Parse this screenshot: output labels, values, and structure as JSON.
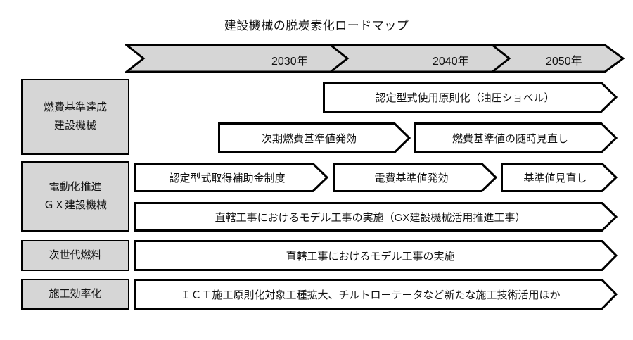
{
  "title": "建設機械の脱炭素化ロードマップ",
  "colors": {
    "band_fill": "#d6d6d6",
    "label_fill": "#d6d6d6",
    "arrow_fill": "#ffffff",
    "stroke": "#000000",
    "text": "#111111"
  },
  "timeline": {
    "segments": [
      {
        "label": "2030年"
      },
      {
        "label": "2040年"
      },
      {
        "label": "2050年"
      }
    ]
  },
  "rows": [
    {
      "label_lines": [
        "燃費基準達成",
        "建設機械"
      ],
      "bars": [
        {
          "text": "認定型式使用原則化（油圧ショベル）"
        },
        {
          "text": "次期燃費基準値発効"
        },
        {
          "text": "燃費基準値の随時見直し"
        }
      ]
    },
    {
      "label_lines": [
        "電動化推進",
        "ＧＸ建設機械"
      ],
      "bars": [
        {
          "text": "認定型式取得補助金制度"
        },
        {
          "text": "電費基準値発効"
        },
        {
          "text": "基準値見直し"
        },
        {
          "text": "直轄工事におけるモデル工事の実施（GX建設機械活用推進工事）"
        }
      ]
    },
    {
      "label_lines": [
        "次世代燃料"
      ],
      "bars": [
        {
          "text": "直轄工事におけるモデル工事の実施"
        }
      ]
    },
    {
      "label_lines": [
        "施工効率化"
      ],
      "bars": [
        {
          "text": "ＩＣＴ施工原則化対象工種拡大、チルトローテータなど新たな施工技術活用ほか"
        }
      ]
    }
  ]
}
